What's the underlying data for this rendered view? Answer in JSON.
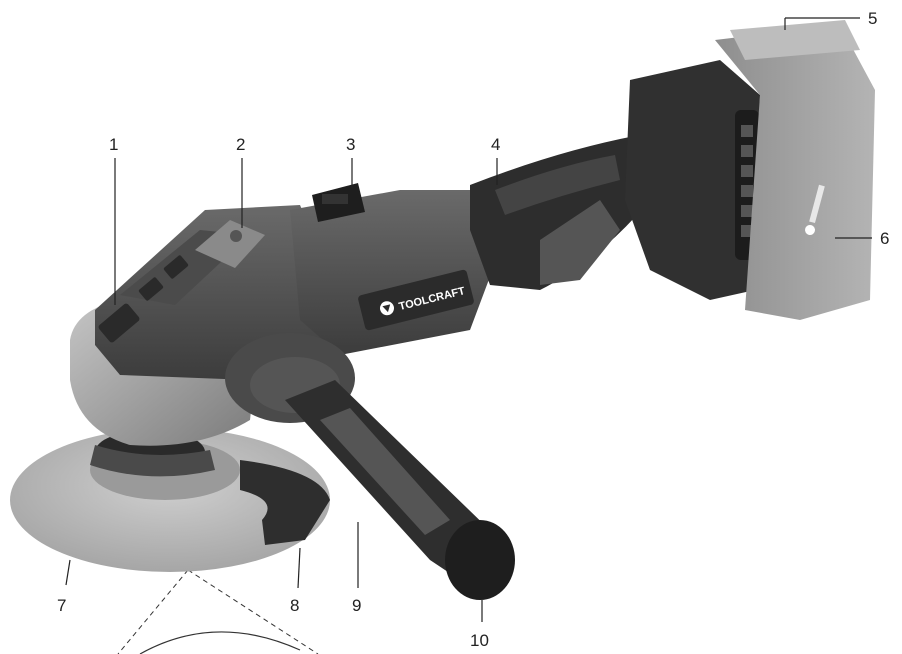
{
  "diagram": {
    "brand_logo_text": "TOOLCRAFT",
    "callouts": [
      {
        "label": "1",
        "part": "handle-ventilation-grip"
      },
      {
        "label": "2",
        "part": "spindle-lock-button"
      },
      {
        "label": "3",
        "part": "on-off-switch"
      },
      {
        "label": "4",
        "part": "main-handle"
      },
      {
        "label": "5",
        "part": "battery-pack"
      },
      {
        "label": "6",
        "part": "battery-release-button"
      },
      {
        "label": "7",
        "part": "grinding-disc"
      },
      {
        "label": "8",
        "part": "protective-guard"
      },
      {
        "label": "9",
        "part": "auxiliary-handle"
      },
      {
        "label": "10",
        "part": "auxiliary-handle-end-cap"
      }
    ],
    "colors": {
      "body_dark": "#3a3a3a",
      "body_mid": "#5a5a5a",
      "body_light": "#8a8a8a",
      "metal": "#9b9b9b",
      "disc": "#b5b5b5",
      "battery": "#a0a0a0",
      "leader": "#222222"
    }
  }
}
